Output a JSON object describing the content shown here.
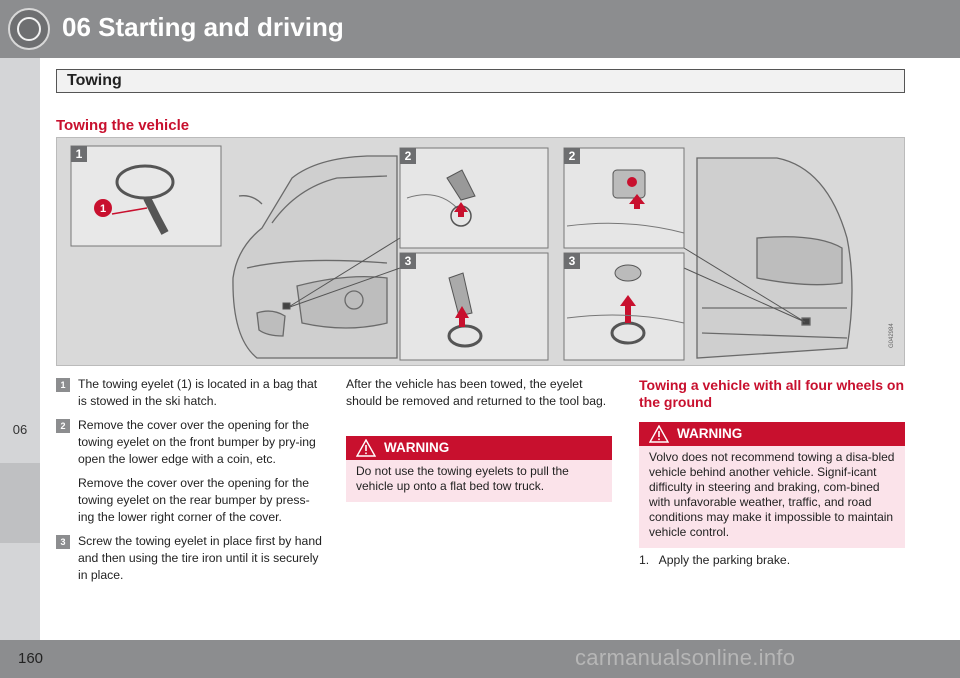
{
  "header": {
    "chapter_title": "06 Starting and driving",
    "section_title": "Towing"
  },
  "side_tab": {
    "label": "06"
  },
  "main": {
    "subheading": "Towing the vehicle",
    "figure": {
      "labels": [
        "1",
        "2",
        "2",
        "3",
        "3"
      ],
      "callout": "1",
      "code": "G042984"
    },
    "steps": [
      {
        "marker": "1",
        "paragraphs": [
          "The towing eyelet (1) is located in a bag that is stowed in the ski hatch."
        ]
      },
      {
        "marker": "2",
        "paragraphs": [
          "Remove the cover over the opening for the towing eyelet on the front bumper by pry-ing open the lower edge with a coin, etc.",
          "Remove the cover over the opening for the towing eyelet on the rear bumper by press-ing the lower right corner of the cover."
        ]
      },
      {
        "marker": "3",
        "paragraphs": [
          "Screw the towing eyelet in place first by hand and then using the tire iron until it is securely in place."
        ]
      }
    ],
    "after_text": "After the vehicle has been towed, the eyelet should be removed and returned to the tool bag.",
    "warning1": {
      "title": "WARNING",
      "text": "Do not use the towing eyelets to pull the vehicle up onto a flat bed tow truck."
    },
    "heading2": "Towing a vehicle with all four wheels on the ground",
    "warning2": {
      "title": "WARNING",
      "text": "Volvo does not recommend towing a disa-bled vehicle behind another vehicle. Signif-icant difficulty in steering and braking, com-bined with unfavorable weather, traffic, and road conditions may make it impossible to maintain vehicle control."
    },
    "numbered_step": "1.   Apply the parking brake."
  },
  "footer": {
    "page_number": "160",
    "watermark": "carmanualsonline.info"
  },
  "colors": {
    "accent_red": "#c8102e",
    "header_gray": "#8c8d8f",
    "warning_bg": "#fbe3ea"
  }
}
